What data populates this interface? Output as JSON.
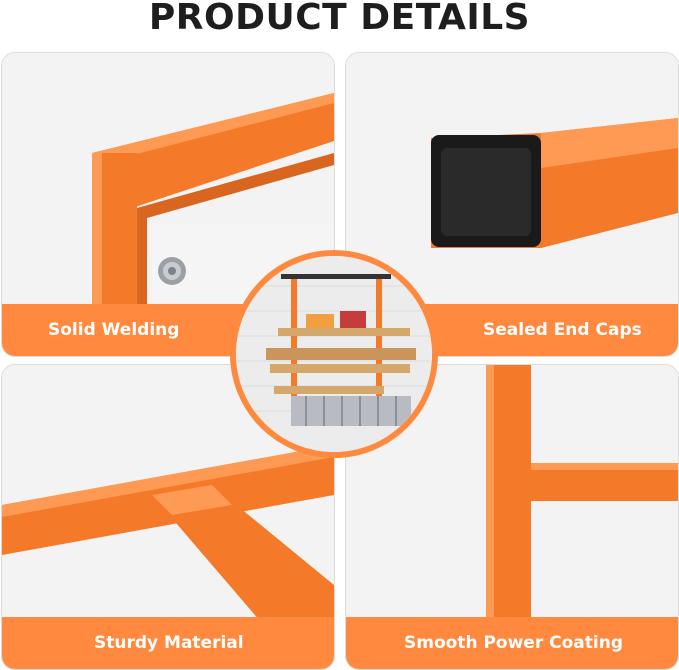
{
  "page": {
    "title": "PRODUCT DETAILS"
  },
  "panels": [
    {
      "label": "Solid Welding"
    },
    {
      "label": "Sealed End Caps"
    },
    {
      "label": "Sturdy Material"
    },
    {
      "label": "Smooth Power Coating"
    }
  ],
  "colors": {
    "accent": "#ff8a3f",
    "frame": "#f47a2a",
    "title": "#1e1e1e",
    "label_text": "#ffffff"
  }
}
